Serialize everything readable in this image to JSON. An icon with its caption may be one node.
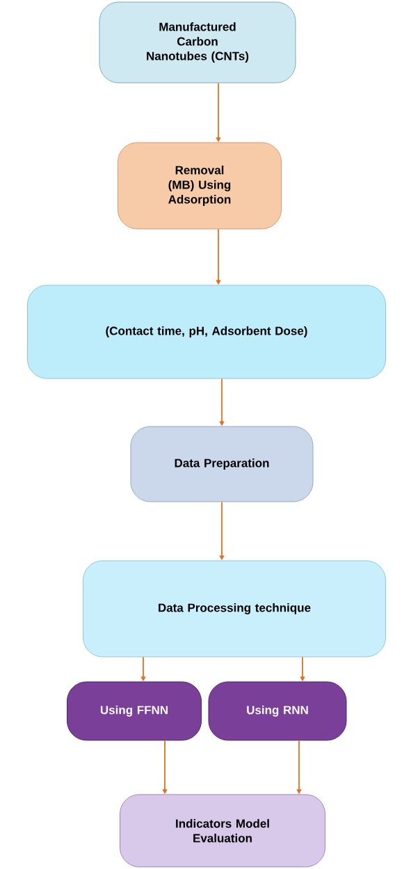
{
  "diagram": {
    "nodes": [
      {
        "text": [
          "Manufactured Carbon Nanotubes (CNTs)"
        ]
      },
      {
        "text": [
          "Removal (MB) Using Adsorption"
        ]
      },
      {
        "text": [
          "(Contact time, pH, Adsorbent Dose)"
        ]
      },
      {
        "text": [
          "Data Preparation"
        ]
      },
      {
        "text": [
          "Data Processing technique"
        ]
      },
      {
        "text": [
          "Using FFNN"
        ]
      },
      {
        "text": [
          "Using RNN"
        ]
      },
      {
        "text": [
          "Indicators Model Evaluation"
        ]
      }
    ],
    "edges": [
      {
        "from": 0,
        "to": 1,
        "arrow": "to"
      },
      {
        "from": 1,
        "to": 2,
        "arrow": "to"
      },
      {
        "from": 2,
        "to": 3,
        "arrow": "to"
      },
      {
        "from": 3,
        "to": 4,
        "arrow": "to"
      },
      {
        "from": 4,
        "to": 5,
        "arrow": "to"
      },
      {
        "from": 4,
        "to": 6,
        "arrow": "to"
      },
      {
        "from": 5,
        "to": 7,
        "arrow": "to"
      },
      {
        "from": 6,
        "to": 7,
        "arrow": "to"
      }
    ]
  }
}
